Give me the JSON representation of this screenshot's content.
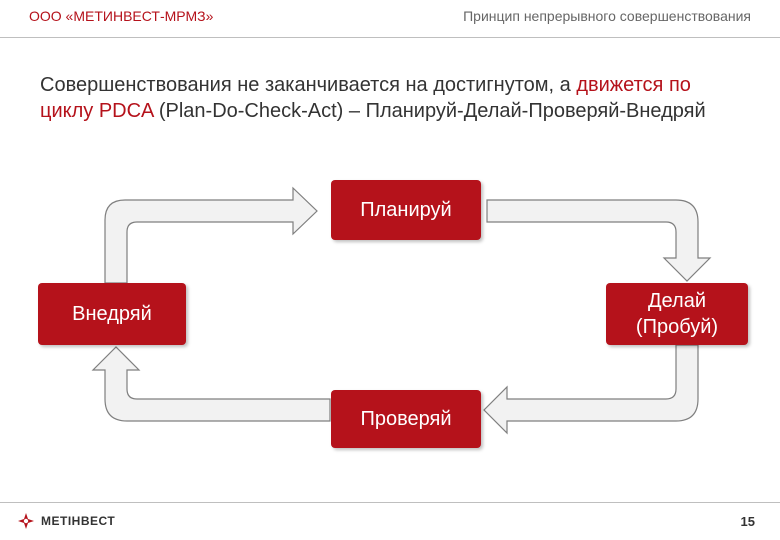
{
  "header": {
    "company": "ООО «МЕТИНВЕСТ-МРМЗ»",
    "section_title": "Принцип непрерывного совершенствования"
  },
  "body": {
    "text_part1": "Совершенствования не заканчивается на достигнутом, а ",
    "text_highlight": "движется по циклу PDCA",
    "text_part2": " (Plan-Do-Check-Act) – Планируй-Делай-Проверяй-Внедряй"
  },
  "cycle": {
    "plan": "Планируй",
    "do_line1": "Делай",
    "do_line2": "(Пробуй)",
    "check": "Проверяй",
    "act": "Внедряй"
  },
  "footer": {
    "logo_text": "МЕТІНВЕСТ",
    "page_number": "15"
  },
  "colors": {
    "accent": "#b5121b",
    "arrow_fill": "#f2f2f2",
    "arrow_stroke": "#7f7f7f"
  }
}
